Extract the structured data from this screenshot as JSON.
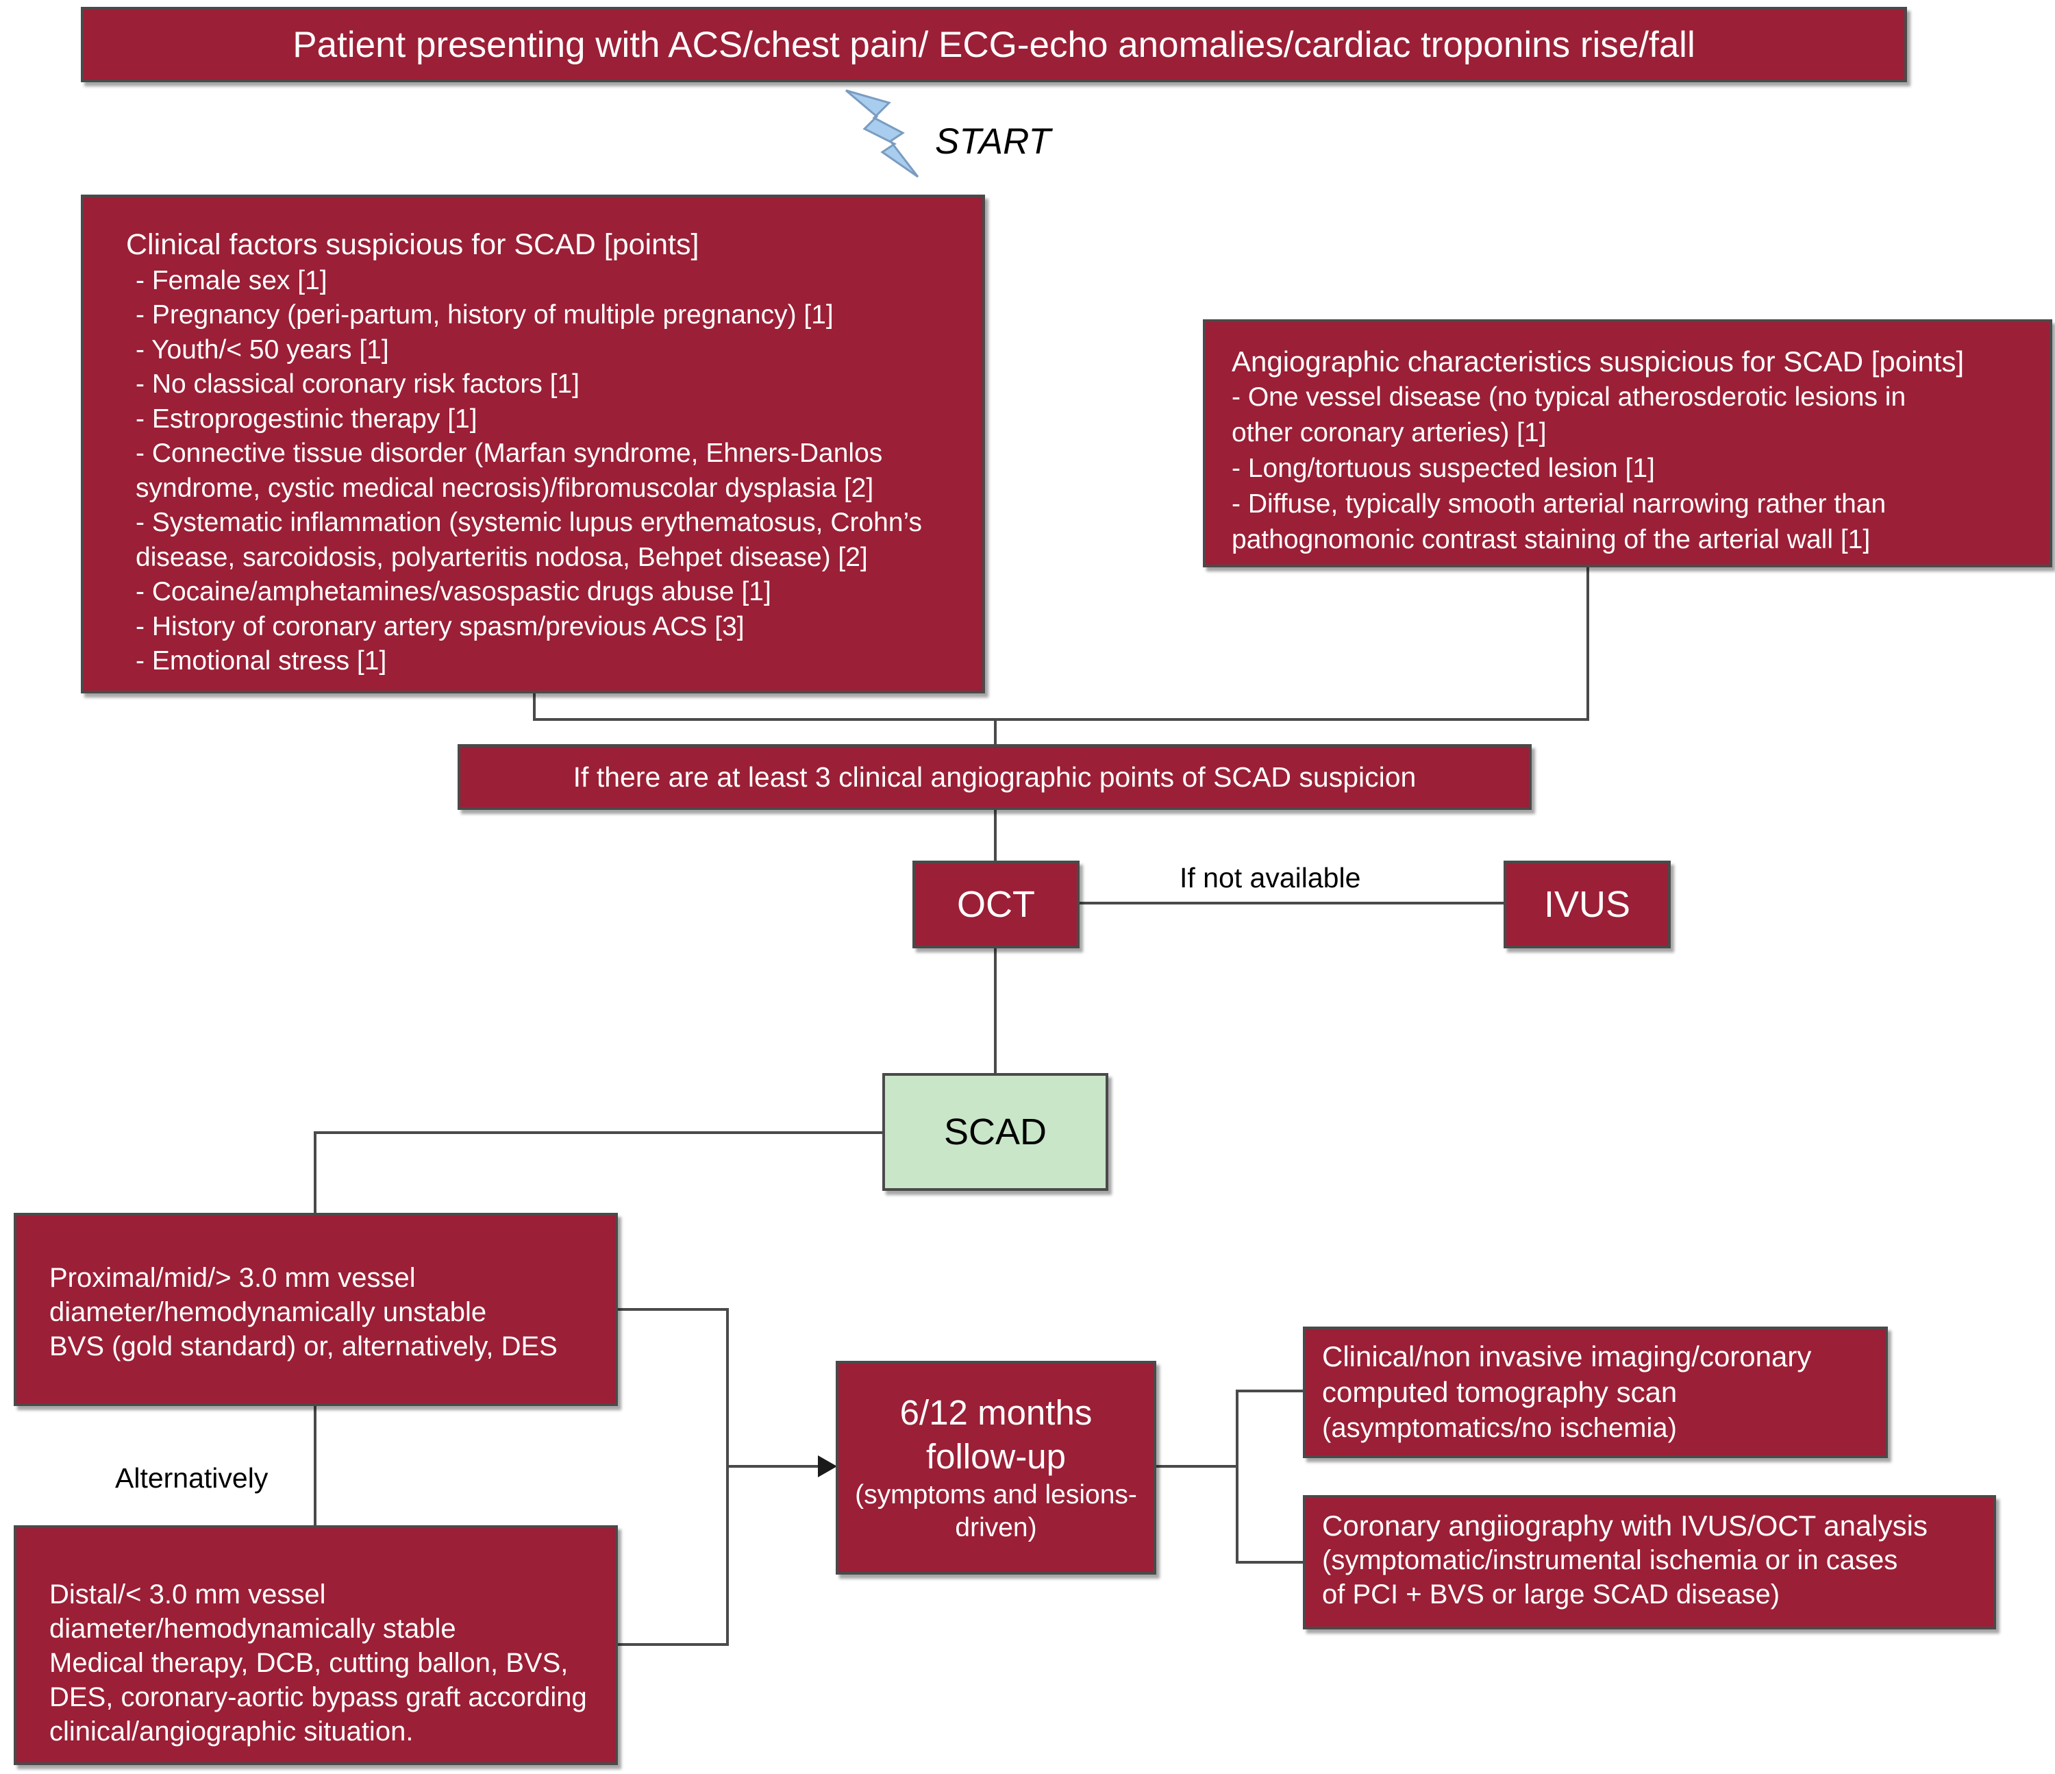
{
  "colors": {
    "box_fill": "#9b1f36",
    "box_border": "#4a4a4a",
    "scad_fill": "#c9e6c8",
    "connector": "#4a4a4a",
    "start_icon": "#a9cdee"
  },
  "header": {
    "title": "Patient presenting with ACS/chest pain/ ECG-echo anomalies/cardiac troponins rise/fall"
  },
  "start": {
    "label": "START",
    "icon": "lightning-bolt-icon"
  },
  "clinical": {
    "title": "Clinical factors suspicious for SCAD [points]",
    "lines": [
      "- Female sex [1]",
      "- Pregnancy (peri-partum, history of multiple pregnancy) [1]",
      "- Youth/< 50 years [1]",
      "- No classical coronary risk factors [1]",
      "- Estroprogestinic therapy [1]",
      "- Connective tissue disorder (Marfan syndrome, Ehners-Danlos",
      "syndrome, cystic medical necrosis)/fibromuscolar dysplasia [2]",
      "- Systematic inflammation (systemic lupus erythematosus, Crohn’s",
      "disease, sarcoidosis, polyarteritis nodosa, Behpet disease) [2]",
      "- Cocaine/amphetamines/vasospastic drugs abuse [1]",
      "- History of coronary artery spasm/previous ACS [3]",
      "- Emotional stress [1]"
    ]
  },
  "angiographic": {
    "title": "Angiographic characteristics suspicious for SCAD [points]",
    "lines": [
      "- One vessel disease (no typical atherosderotic lesions in",
      "other coronary arteries) [1]",
      "- Long/tortuous suspected lesion [1]",
      "- Diffuse, typically smooth arterial narrowing rather than",
      "pathognomonic contrast staining of the arterial wall [1]"
    ]
  },
  "threshold": {
    "label": "If there are at least 3 clinical angiographic points of SCAD suspicion"
  },
  "oct": {
    "label": "OCT"
  },
  "ivus": {
    "label": "IVUS"
  },
  "if_not_available": {
    "label": "If not available"
  },
  "scad": {
    "label": "SCAD"
  },
  "proximal": {
    "lines": [
      "Proximal/mid/> 3.0 mm vessel",
      "diameter/hemodynamically unstable",
      "BVS (gold standard) or, alternatively, DES"
    ]
  },
  "alternatively": {
    "label": "Alternatively"
  },
  "distal": {
    "lines": [
      "Distal/< 3.0 mm vessel",
      "diameter/hemodynamically stable",
      "Medical therapy, DCB, cutting ballon, BVS,",
      "DES, coronary-aortic bypass graft according",
      "clinical/angiographic situation."
    ]
  },
  "followup": {
    "line1": "6/12 months",
    "line2": "follow-up",
    "line3": "(symptoms and lesions-",
    "line4": "driven)"
  },
  "noninvasive": {
    "lines": [
      "Clinical/non invasive imaging/coronary",
      "computed tomography scan",
      "(asymptomatics/no ischemia)"
    ]
  },
  "angiography_followup": {
    "lines": [
      "Coronary angiiography with IVUS/OCT analysis",
      "(symptomatic/instrumental ischemia or in cases",
      "of PCI + BVS or large SCAD disease)"
    ]
  }
}
